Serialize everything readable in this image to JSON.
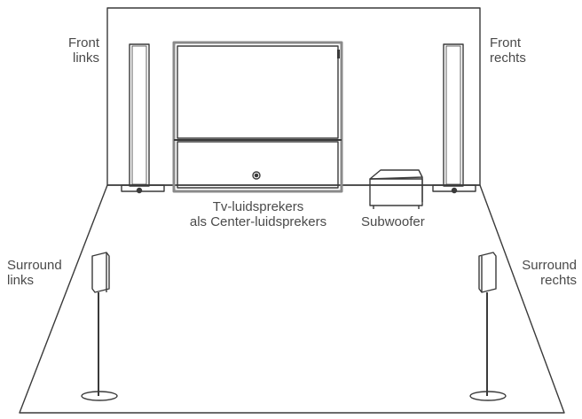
{
  "labels": {
    "front_left": {
      "line1": "Front",
      "line2": "links"
    },
    "front_right": {
      "line1": "Front",
      "line2": "rechts"
    },
    "tv": {
      "line1": "Tv-luidsprekers",
      "line2": "als Center-luidsprekers"
    },
    "subwoofer": {
      "line1": "Subwoofer"
    },
    "surround_left": {
      "line1": "Surround",
      "line2": "links"
    },
    "surround_right": {
      "line1": "Surround",
      "line2": "rechts"
    }
  },
  "colors": {
    "line": "#3a3a3a",
    "text": "#4a4a4a",
    "screen_frame": "#8a8a8a"
  }
}
